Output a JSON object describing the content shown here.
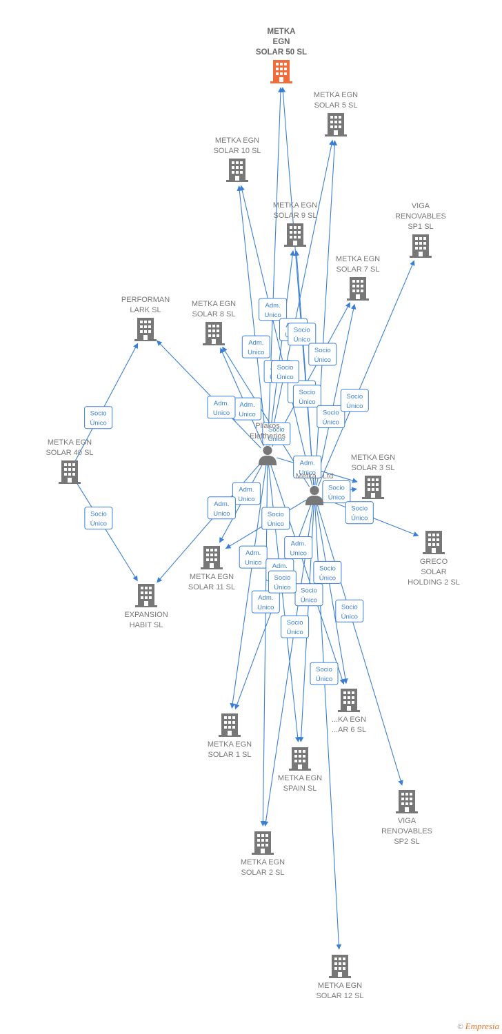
{
  "nodes": [
    {
      "id": "m50",
      "type": "company",
      "main": true,
      "label": [
        "METKA",
        "EGN",
        "SOLAR 50 SL"
      ]
    },
    {
      "id": "m5",
      "type": "company",
      "label": [
        "METKA EGN",
        "SOLAR 5 SL"
      ]
    },
    {
      "id": "m10",
      "type": "company",
      "label": [
        "METKA EGN",
        "SOLAR 10 SL"
      ]
    },
    {
      "id": "m9",
      "type": "company",
      "label": [
        "METKA EGN",
        "SOLAR 9 SL"
      ]
    },
    {
      "id": "viga1",
      "type": "company",
      "label": [
        "VIGA",
        "RENOVABLES",
        "SP1 SL"
      ]
    },
    {
      "id": "m7",
      "type": "company",
      "label": [
        "METKA EGN",
        "SOLAR 7 SL"
      ]
    },
    {
      "id": "perf",
      "type": "company",
      "label": [
        "PERFORMAN",
        "LARK SL"
      ]
    },
    {
      "id": "m8",
      "type": "company",
      "label": [
        "METKA EGN",
        "SOLAR 8 SL"
      ]
    },
    {
      "id": "pliakos",
      "type": "person",
      "label": [
        "Pliakos",
        "Eleftherios"
      ]
    },
    {
      "id": "m40",
      "type": "company",
      "label": [
        "METKA EGN",
        "SOLAR 40 SL"
      ]
    },
    {
      "id": "metkaltd",
      "type": "person",
      "label": [
        "Metka...Ltd"
      ]
    },
    {
      "id": "m3",
      "type": "company",
      "label": [
        "METKA EGN",
        "SOLAR 3 SL"
      ]
    },
    {
      "id": "greco",
      "type": "company",
      "label": [
        "GRECO",
        "SOLAR",
        "HOLDING 2 SL"
      ]
    },
    {
      "id": "m11",
      "type": "company",
      "label": [
        "METKA EGN",
        "SOLAR 11 SL"
      ]
    },
    {
      "id": "expansion",
      "type": "company",
      "label": [
        "EXPANSION",
        "HABIT SL"
      ]
    },
    {
      "id": "m6",
      "type": "company",
      "label": [
        "...KA EGN",
        "...AR 6 SL"
      ]
    },
    {
      "id": "m1",
      "type": "company",
      "label": [
        "METKA EGN",
        "SOLAR 1 SL"
      ]
    },
    {
      "id": "spain",
      "type": "company",
      "label": [
        "METKA EGN",
        "SPAIN SL"
      ]
    },
    {
      "id": "viga2",
      "type": "company",
      "label": [
        "VIGA",
        "RENOVABLES",
        "SP2 SL"
      ]
    },
    {
      "id": "m2",
      "type": "company",
      "label": [
        "METKA EGN",
        "SOLAR 2 SL"
      ]
    },
    {
      "id": "m12",
      "type": "company",
      "label": [
        "METKA EGN",
        "SOLAR 12 SL"
      ]
    }
  ],
  "edges": [
    {
      "from": "pliakos",
      "to": "m50",
      "label": [
        "Adm.",
        "Unico"
      ]
    },
    {
      "from": "pliakos",
      "to": "m10",
      "label": [
        "Adm.",
        "Unico"
      ]
    },
    {
      "from": "pliakos",
      "to": "m8",
      "label": [
        "Adm.",
        "Unico"
      ]
    },
    {
      "from": "pliakos",
      "to": "perf",
      "label": [
        "Adm.",
        "Unico"
      ]
    },
    {
      "from": "pliakos",
      "to": "m9",
      "label": [
        "Adm.",
        "Unico"
      ]
    },
    {
      "from": "pliakos",
      "to": "m7",
      "label": [
        "Adm.",
        "Unico"
      ]
    },
    {
      "from": "pliakos",
      "to": "m5",
      "label": [
        "Adm.",
        "Unico"
      ]
    },
    {
      "from": "pliakos",
      "to": "m3",
      "label": [
        "Adm.",
        "Unico"
      ]
    },
    {
      "from": "pliakos",
      "to": "m11",
      "label": [
        "Adm.",
        "Unico"
      ]
    },
    {
      "from": "pliakos",
      "to": "expansion",
      "label": [
        "Adm.",
        "Unico"
      ]
    },
    {
      "from": "pliakos",
      "to": "m1",
      "label": [
        "Adm.",
        "Unico"
      ]
    },
    {
      "from": "pliakos",
      "to": "m2",
      "label": [
        "Adm.",
        "Unico"
      ]
    },
    {
      "from": "pliakos",
      "to": "spain",
      "label": [
        "Adm.",
        "Unico"
      ]
    },
    {
      "from": "pliakos",
      "to": "m6",
      "label": [
        "Adm.",
        "Unico"
      ]
    },
    {
      "from": "metkaltd",
      "to": "m50",
      "label": [
        "Socio",
        "Único"
      ]
    },
    {
      "from": "metkaltd",
      "to": "m10",
      "label": [
        "Socio",
        "Único"
      ]
    },
    {
      "from": "metkaltd",
      "to": "m9",
      "label": [
        "Socio",
        "Único"
      ]
    },
    {
      "from": "metkaltd",
      "to": "m5",
      "label": [
        "Socio",
        "Único"
      ]
    },
    {
      "from": "metkaltd",
      "to": "m7",
      "label": [
        "Socio",
        "Único"
      ]
    },
    {
      "from": "metkaltd",
      "to": "viga1",
      "label": [
        "Socio",
        "Único"
      ]
    },
    {
      "from": "metkaltd",
      "to": "m8",
      "label": [
        "Socio",
        "Único"
      ]
    },
    {
      "from": "metkaltd",
      "to": "m3",
      "label": [
        "Socio",
        "Único"
      ]
    },
    {
      "from": "metkaltd",
      "to": "greco",
      "label": [
        "Socio",
        "Único"
      ]
    },
    {
      "from": "metkaltd",
      "to": "m11",
      "label": [
        "Socio",
        "Único"
      ]
    },
    {
      "from": "metkaltd",
      "to": "m6",
      "label": [
        "Socio",
        "Único"
      ]
    },
    {
      "from": "metkaltd",
      "to": "viga2",
      "label": [
        "Socio",
        "Único"
      ]
    },
    {
      "from": "metkaltd",
      "to": "spain",
      "label": [
        "Socio",
        "Único"
      ]
    },
    {
      "from": "metkaltd",
      "to": "m2",
      "label": [
        "Socio",
        "Único"
      ]
    },
    {
      "from": "metkaltd",
      "to": "m12",
      "label": [
        "Socio",
        "Único"
      ]
    },
    {
      "from": "metkaltd",
      "to": "m1",
      "label": [
        "Socio",
        "Único"
      ]
    },
    {
      "from": "m40",
      "to": "perf",
      "label": [
        "Socio",
        "Único"
      ]
    },
    {
      "from": "m40",
      "to": "expansion",
      "label": [
        "Socio",
        "Único"
      ]
    }
  ],
  "footer": {
    "copyright": "©",
    "brand": "Empresia"
  },
  "colors": {
    "edge": "#3a7fd5",
    "node": "#777777",
    "main_node": "#f26b3a"
  }
}
